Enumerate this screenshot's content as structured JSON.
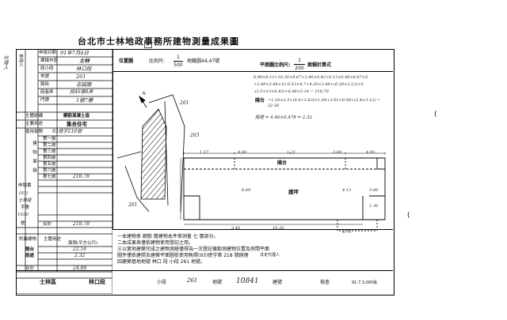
{
  "document": {
    "title": "台北市士林地政事務所建物測量成果圖",
    "agent_note": "代理人",
    "seal_text": "[seal]",
    "paren_marks": [
      "(",
      "("
    ]
  },
  "info_table": {
    "apply_label": "申請人",
    "apply_date_label": "申請日期",
    "apply_date_value": "91年7月4日",
    "rows": [
      {
        "label": "鄉鎮市區",
        "value": "士林"
      },
      {
        "label": "段小段",
        "value": "林口段"
      },
      {
        "label": "地號",
        "value": "261"
      },
      {
        "label": "路街",
        "value": "忠誠路"
      },
      {
        "label": "段巷弄",
        "value": "段46巷8弄"
      },
      {
        "label": "門牌",
        "value": "1號7樓"
      }
    ],
    "main_structure_label": "主體結構",
    "main_structure_value": "鋼筋混凝土造",
    "main_use_label": "主要用途",
    "main_use_value": "集合住宅",
    "use_permit_label": "使用執照",
    "use_permit_value": "93使字218號",
    "area_label": "建物面積",
    "floors": [
      {
        "label": "第一層",
        "value": ""
      },
      {
        "label": "第二層",
        "value": ""
      },
      {
        "label": "第三層",
        "value": ""
      },
      {
        "label": "第四層",
        "value": ""
      },
      {
        "label": "第五層",
        "value": ""
      },
      {
        "label": "第六層",
        "value": ""
      },
      {
        "label": "第七層",
        "value": "218.78"
      },
      {
        "label": "",
        "value": ""
      },
      {
        "label": "",
        "value": ""
      },
      {
        "label": "",
        "value": ""
      }
    ],
    "total_label": "合計",
    "total_value": "218.78",
    "side_labels": [
      "申請書",
      "(93)",
      "士林建",
      "字第",
      "1030",
      "號"
    ],
    "accessory_label": "附屬建物",
    "accessory_use_label": "主體用途",
    "accessory_area_label": "面積(平方公尺)",
    "accessory_rows": [
      {
        "label": "陽台",
        "value": "22.56"
      },
      {
        "label": "雨遮",
        "value": "2.32"
      },
      {
        "label": "",
        "value": ""
      }
    ],
    "grand_total_label": "合計",
    "grand_total_value": "24.88"
  },
  "location_map": {
    "header": "位置圖",
    "scale_label": "比例尺:",
    "scale_num": "1",
    "scale_den": "500",
    "sheet_label": "地籍圖44,47號",
    "parcel_labels": [
      "261",
      "263",
      "261"
    ],
    "north_label": "N"
  },
  "floor_plan": {
    "header": "平面圖比例尺:",
    "scale_num": "1",
    "scale_den": "200",
    "calc_header": "面積計算式",
    "calc_lines": [
      "6.90×8.12+10.35×9.67+3.46×0.42+6.13×0.46×6.87×5",
      "+2.49×3.46×12-0.53×4.7+4.20×3.48+(6.20×3.12)×5",
      "-(2.5×13×6.43)+6.48×5.14 = 218.78"
    ],
    "balcony_label": "陽台",
    "balcony_formula": "=1.16×3.3+(8.4+1.63)×1.04+3.61×0.58+(2.4×3.12) = 22.56",
    "eave_formula": "雨遮 = 4.46×0.478 = 2.32",
    "balcony_room": "陽台",
    "main_room": "建坪",
    "dims_top": [
      "1.17",
      "4.00",
      "1.21",
      "3.80",
      "4.95"
    ],
    "dims_bottom": [
      "10.35",
      "3.46",
      "8.75"
    ],
    "dims_side": [
      "8.89",
      "4.13",
      "1.36",
      "5.06"
    ]
  },
  "notes": {
    "lines": [
      "一本建物係 鋼筋 層建物本件係測量 七 層部分。",
      "二本成果表僅依建物使用登記之用。",
      "三以實地建築完成之建物測繪僅得為一次登記複勘測建物位置及房間平面",
      "  圖件僅依建照及建築平面圖依使用執照(93)使字第 218 號辦理",
      "四建築基地地號 林口 段 小段 261 地號。"
    ],
    "sign_label": "法定代理人"
  },
  "footer": {
    "district": "士林區",
    "section": "林口段",
    "subsection": "小段",
    "lot_label": "地號",
    "lot_value": "261",
    "bldg_label": "建號",
    "bldg_value": "10841",
    "surveyor_label": "檢查",
    "date_stamp": "91.7.3,000張"
  }
}
